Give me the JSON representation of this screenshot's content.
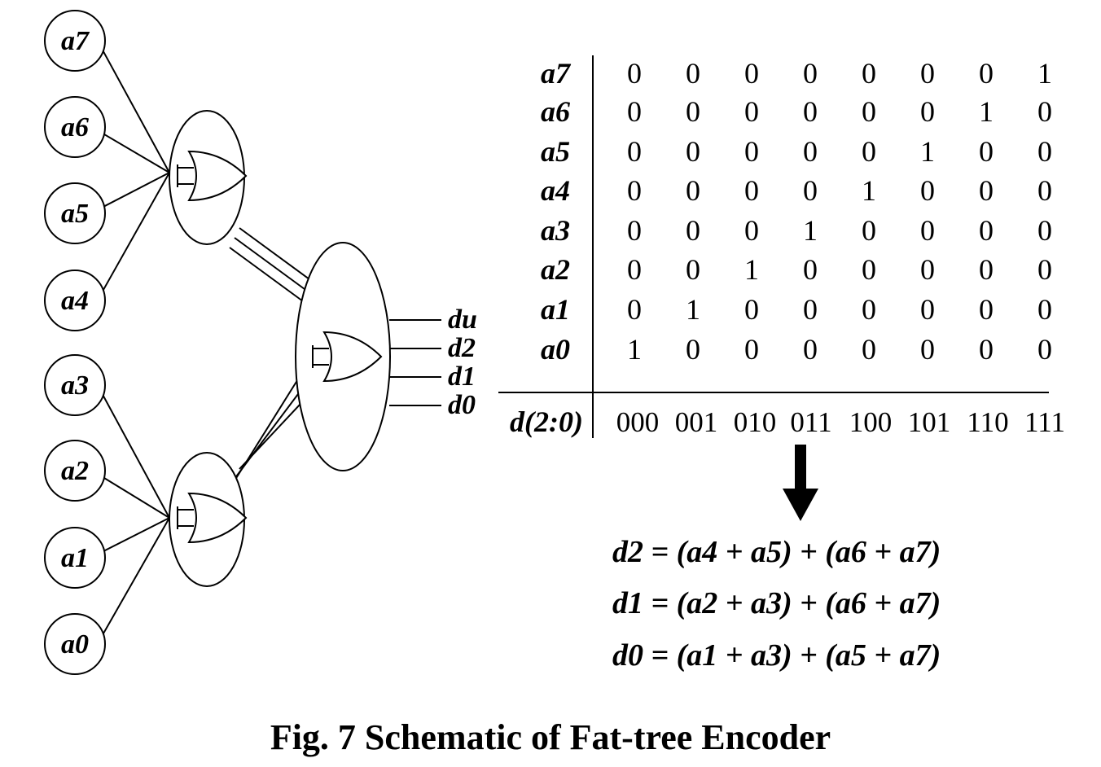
{
  "diagram": {
    "inputs": {
      "upper": [
        "a7",
        "a6",
        "a5",
        "a4"
      ],
      "lower": [
        "a3",
        "a2",
        "a1",
        "a0"
      ]
    },
    "outputs": [
      "du",
      "d2",
      "d1",
      "d0"
    ],
    "gate_type": "OR"
  },
  "truth_table": {
    "row_labels": [
      "a7",
      "a6",
      "a5",
      "a4",
      "a3",
      "a2",
      "a1",
      "a0"
    ],
    "rows": [
      [
        "0",
        "0",
        "0",
        "0",
        "0",
        "0",
        "0",
        "1"
      ],
      [
        "0",
        "0",
        "0",
        "0",
        "0",
        "0",
        "1",
        "0"
      ],
      [
        "0",
        "0",
        "0",
        "0",
        "0",
        "1",
        "0",
        "0"
      ],
      [
        "0",
        "0",
        "0",
        "0",
        "1",
        "0",
        "0",
        "0"
      ],
      [
        "0",
        "0",
        "0",
        "1",
        "0",
        "0",
        "0",
        "0"
      ],
      [
        "0",
        "0",
        "1",
        "0",
        "0",
        "0",
        "0",
        "0"
      ],
      [
        "0",
        "1",
        "0",
        "0",
        "0",
        "0",
        "0",
        "0"
      ],
      [
        "1",
        "0",
        "0",
        "0",
        "0",
        "0",
        "0",
        "0"
      ]
    ],
    "code_label": "d(2:0)",
    "codes": [
      "000",
      "001",
      "010",
      "011",
      "100",
      "101",
      "110",
      "111"
    ]
  },
  "equations": [
    "d2 = (a4 + a5) + (a6 + a7)",
    "d1 = (a2 + a3) + (a6 + a7)",
    "d0 = (a1 + a3) + (a5 + a7)"
  ],
  "caption": "Fig. 7 Schematic of Fat-tree Encoder"
}
